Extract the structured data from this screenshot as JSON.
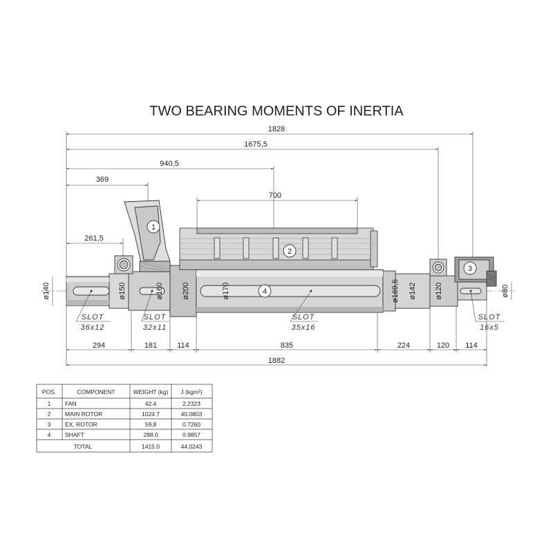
{
  "title": "TWO BEARING MOMENTS OF INERTIA",
  "dimensions": {
    "overall_top": "1828",
    "d_1675": "1675,5",
    "d_940": "940,5",
    "d_369": "369",
    "d_700": "700",
    "d_261": "261,5",
    "bottom_294": "294",
    "bottom_181": "181",
    "bottom_114a": "114",
    "bottom_835": "835",
    "bottom_224": "224",
    "bottom_120": "120",
    "bottom_114b": "114",
    "overall_bottom": "1882"
  },
  "diameters": {
    "d140": "ø140",
    "d150": "ø150",
    "d160": "ø160",
    "d200": "ø200",
    "d170": "ø170",
    "d169": "ø169,5",
    "d142": "ø142",
    "d120": "ø120",
    "d80": "ø80"
  },
  "slots": [
    {
      "label": "SLOT",
      "size": "36x12"
    },
    {
      "label": "SLOT",
      "size": "32x11"
    },
    {
      "label": "SLOT",
      "size": "35x16"
    },
    {
      "label": "SLOT",
      "size": "16x5"
    }
  ],
  "balloons": [
    "1",
    "2",
    "3",
    "4"
  ],
  "table": {
    "headers": [
      "POS.",
      "COMPONENT",
      "WEIGHT (kg)",
      "J (kgm²)"
    ],
    "rows": [
      [
        "1",
        "FAN",
        "42.4",
        "2.2323"
      ],
      [
        "2",
        "MAIN ROTOR",
        "1024.7",
        "40.0803"
      ],
      [
        "3",
        "EX. ROTOR",
        "59.8",
        "0.7260"
      ],
      [
        "4",
        "SHAFT",
        "288.0",
        "0.9857"
      ]
    ],
    "total": [
      "TOTAL",
      "1415.0",
      "44.0243"
    ]
  }
}
